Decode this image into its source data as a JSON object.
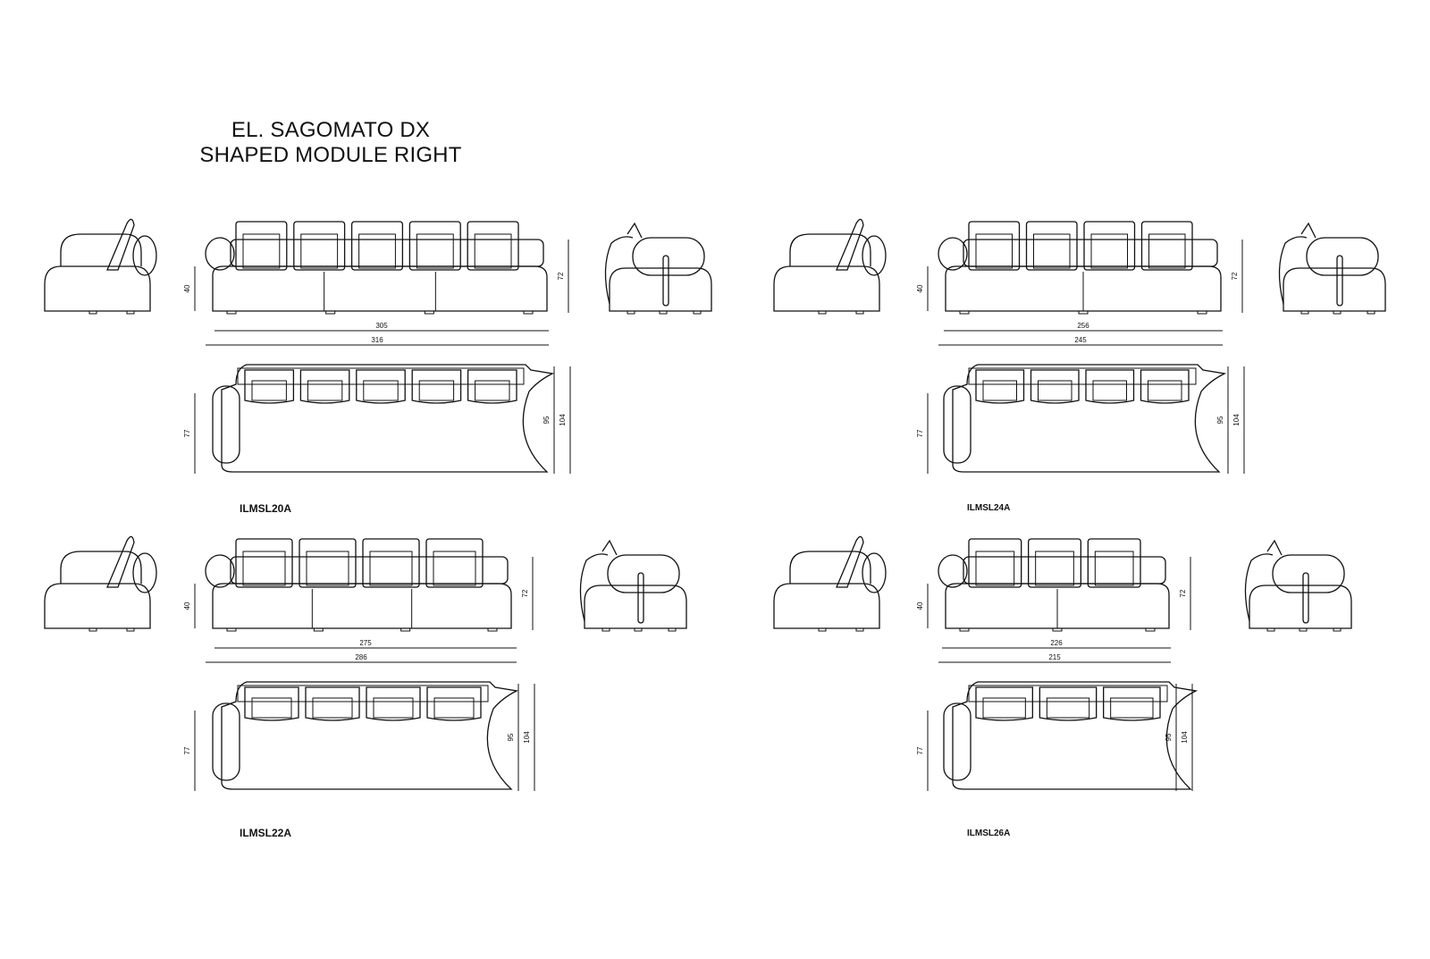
{
  "title": {
    "line1": "EL. SAGOMATO DX",
    "line2": "SHAPED MODULE RIGHT"
  },
  "modules": [
    {
      "code": "ILMSL20A",
      "cushions": 5,
      "width_inner": "305",
      "width_outer": "316",
      "height_seat": "40",
      "height_back": "72",
      "depth_arm": "77",
      "depth_inner": "95",
      "depth_outer": "104"
    },
    {
      "code": "ILMSL24A",
      "cushions": 4,
      "width_inner": "256",
      "width_outer": "245",
      "height_seat": "40",
      "height_back": "72",
      "depth_arm": "77",
      "depth_inner": "95",
      "depth_outer": "104"
    },
    {
      "code": "ILMSL22A",
      "cushions": 4,
      "width_inner": "275",
      "width_outer": "286",
      "height_seat": "40",
      "height_back": "72",
      "depth_arm": "77",
      "depth_inner": "95",
      "depth_outer": "104"
    },
    {
      "code": "ILMSL26A",
      "cushions": 3,
      "width_inner": "226",
      "width_outer": "215",
      "height_seat": "40",
      "height_back": "72",
      "depth_arm": "77",
      "depth_inner": "95",
      "depth_outer": "104"
    }
  ]
}
